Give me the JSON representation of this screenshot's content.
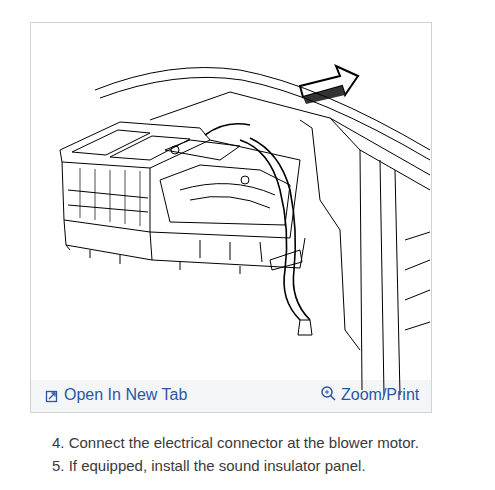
{
  "diagram": {
    "labels": [
      "Open In New Tab",
      "Zoom/Print",
      "4. Connect the electrical connector at the blower motor.",
      "5. If equipped, install the sound insulator panel."
    ]
  }
}
